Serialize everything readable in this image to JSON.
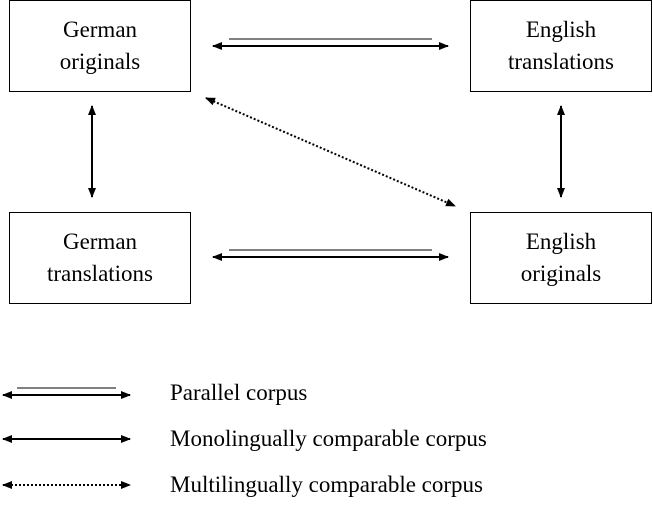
{
  "boxes": {
    "german_originals": "German\noriginals",
    "english_translations": "English\ntranslations",
    "german_translations": "German\ntranslations",
    "english_originals": "English\noriginals"
  },
  "legend": {
    "parallel": "Parallel corpus",
    "monolingual": "Monolingually comparable corpus",
    "multilingual": "Multilingually comparable corpus"
  },
  "colors": {
    "line": "#000000",
    "background": "#ffffff"
  }
}
